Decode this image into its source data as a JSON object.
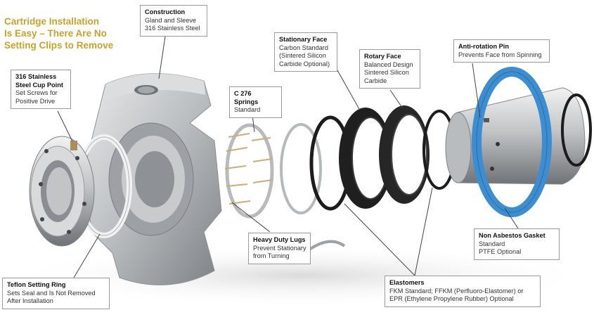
{
  "headline": {
    "lines": [
      "Cartridge Installation",
      "Is Easy – There Are No",
      "Setting Clips to Remove"
    ],
    "color": "#c9a22c"
  },
  "callouts": {
    "construction": {
      "title": "Construction",
      "lines": [
        "Gland and Sleeve",
        "316 Stainless Steel"
      ]
    },
    "cup_point": {
      "title_lines": [
        "316 Stainless",
        "Steel Cup Point"
      ],
      "lines": [
        "Set Screws for",
        "Positive Drive"
      ]
    },
    "springs": {
      "title": "C 276 Springs",
      "lines": [
        "Standard"
      ]
    },
    "stationary_face": {
      "title": "Stationary Face",
      "lines": [
        "Carbon Standard",
        "(Sintered Silicon",
        "Carbide Optional)"
      ]
    },
    "rotary_face": {
      "title": "Rotary Face",
      "lines": [
        "Balanced Design",
        "Sintered Silicon",
        "Carbide"
      ]
    },
    "anti_rotation": {
      "title": "Anti-rotation Pin",
      "lines": [
        "Prevents Face from Spinning"
      ]
    },
    "heavy_lugs": {
      "title": "Heavy Duty Lugs",
      "lines": [
        "Prevent Stationary",
        "from Turning"
      ]
    },
    "gasket": {
      "title": "Non Asbestos Gasket",
      "lines": [
        "Standard",
        "PTFE Optional"
      ]
    },
    "teflon_ring": {
      "title": "Teflon Setting Ring",
      "lines": [
        "Sets Seal and Is Not Removed",
        "After Installation"
      ]
    },
    "elastomers": {
      "title": "Elastomers",
      "lines": [
        "FKM Standard; FFKM (Perfluoro-Elastomer) or",
        "EPR (Ethylene Propylene Rubber) Optional"
      ]
    }
  },
  "colors": {
    "steel": "#c4c6c8",
    "steel_dark": "#8c8f92",
    "black_ring": "#1c1c1c",
    "gasket_blue": "#3d8ed0",
    "leader": "#444444"
  }
}
